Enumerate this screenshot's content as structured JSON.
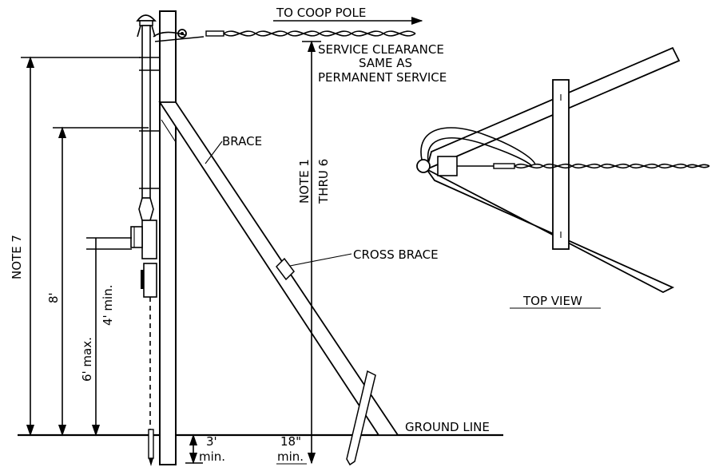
{
  "labels": {
    "to_coop_pole": "TO COOP POLE",
    "service_clearance_1": "SERVICE CLEARANCE",
    "service_clearance_2": "SAME AS",
    "service_clearance_3": "PERMANENT SERVICE",
    "brace": "BRACE",
    "note1": "NOTE 1",
    "thru6": "THRU 6",
    "cross_brace": "CROSS BRACE",
    "top_view": "TOP VIEW",
    "note7": "NOTE 7",
    "dim_8": "8'",
    "dim_6max": "6' max.",
    "dim_4min": "4' min.",
    "dim_3": "3'",
    "dim_3_min": "min.",
    "dim_18": "18\"",
    "dim_18_min": "min.",
    "ground_line": "GROUND LINE"
  }
}
